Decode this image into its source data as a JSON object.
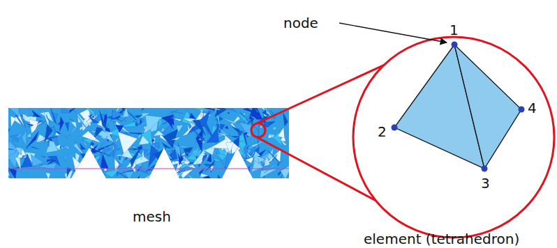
{
  "diagram": {
    "labels": [
      "node",
      "1",
      "2",
      "3",
      "4",
      "mesh",
      "element (tetrahedron)"
    ]
  }
}
